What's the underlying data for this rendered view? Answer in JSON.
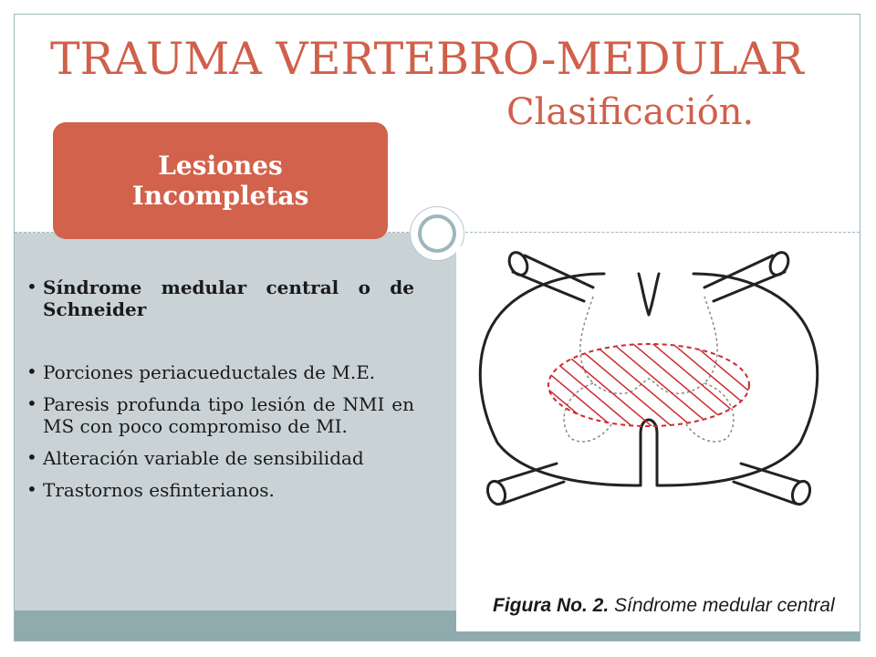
{
  "slide": {
    "title": "TRAUMA VERTEBRO-MEDULAR",
    "subtitle": "Clasificación."
  },
  "tag": {
    "line1": "Lesiones",
    "line2": "Incompletas"
  },
  "bullets": [
    {
      "text": "Síndrome medular central o de Schneider"
    },
    {
      "text": "Porciones periacueductales de M.E."
    },
    {
      "text": "Paresis profunda tipo lesión de NMI en MS con poco compromiso de MI."
    },
    {
      "text": "Alteración variable de sensibilidad"
    },
    {
      "text": "Trastornos esfinterianos."
    }
  ],
  "figure": {
    "caption_label": "Figura No. 2.",
    "caption_text": "Síndrome medular central"
  },
  "colors": {
    "accent": "#d0604a",
    "tag_bg": "#d2624c",
    "panel_bg": "#c9d3d6",
    "band_bg": "#8fabad",
    "hatch": "#cc2a30"
  }
}
